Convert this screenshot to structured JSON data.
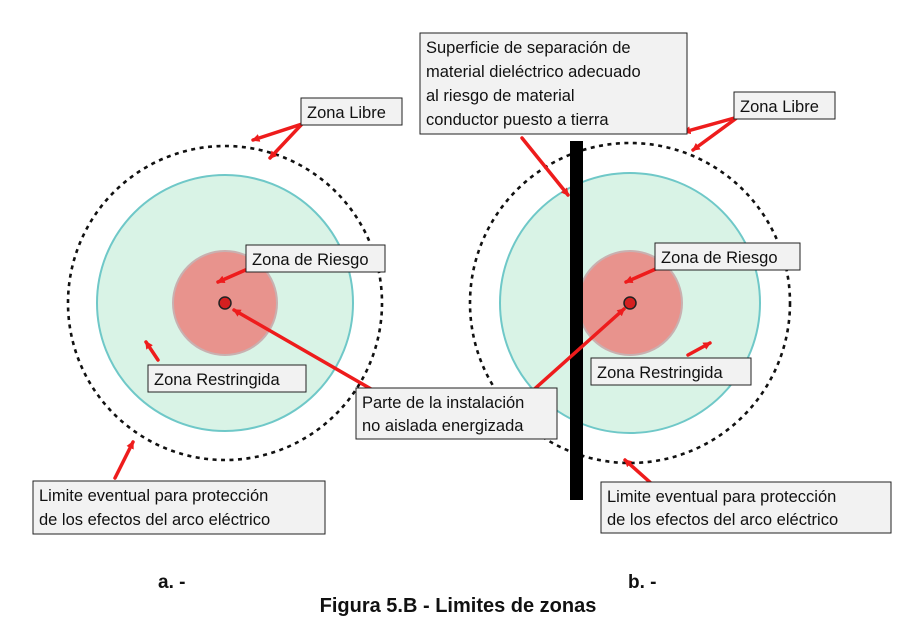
{
  "colors": {
    "risk_zone": "#e8938d",
    "restricted_zone": "#d9f3e6",
    "restricted_border": "#6fc8c8",
    "arrow": "#ee1c1c",
    "label_box": "#f2f2f2",
    "barrier": "#000000"
  },
  "labels": {
    "zona_libre": "Zona Libre",
    "zona_riesgo": "Zona de Riesgo",
    "zona_restringida": "Zona Restringida",
    "parte_line1": "Parte de la instalación",
    "parte_line2": "no aislada energizada",
    "limite_line1": "Limite eventual para protección",
    "limite_line2": "de los efectos del arco eléctrico",
    "superficie_lines": [
      "Superficie de separación de",
      "material dieléctrico adecuado",
      "al riesgo de material",
      "conductor puesto a tierra"
    ]
  },
  "subfigures": {
    "a": "a. -",
    "b": "b. -"
  },
  "caption": "Figura 5.B - Limites de zonas"
}
